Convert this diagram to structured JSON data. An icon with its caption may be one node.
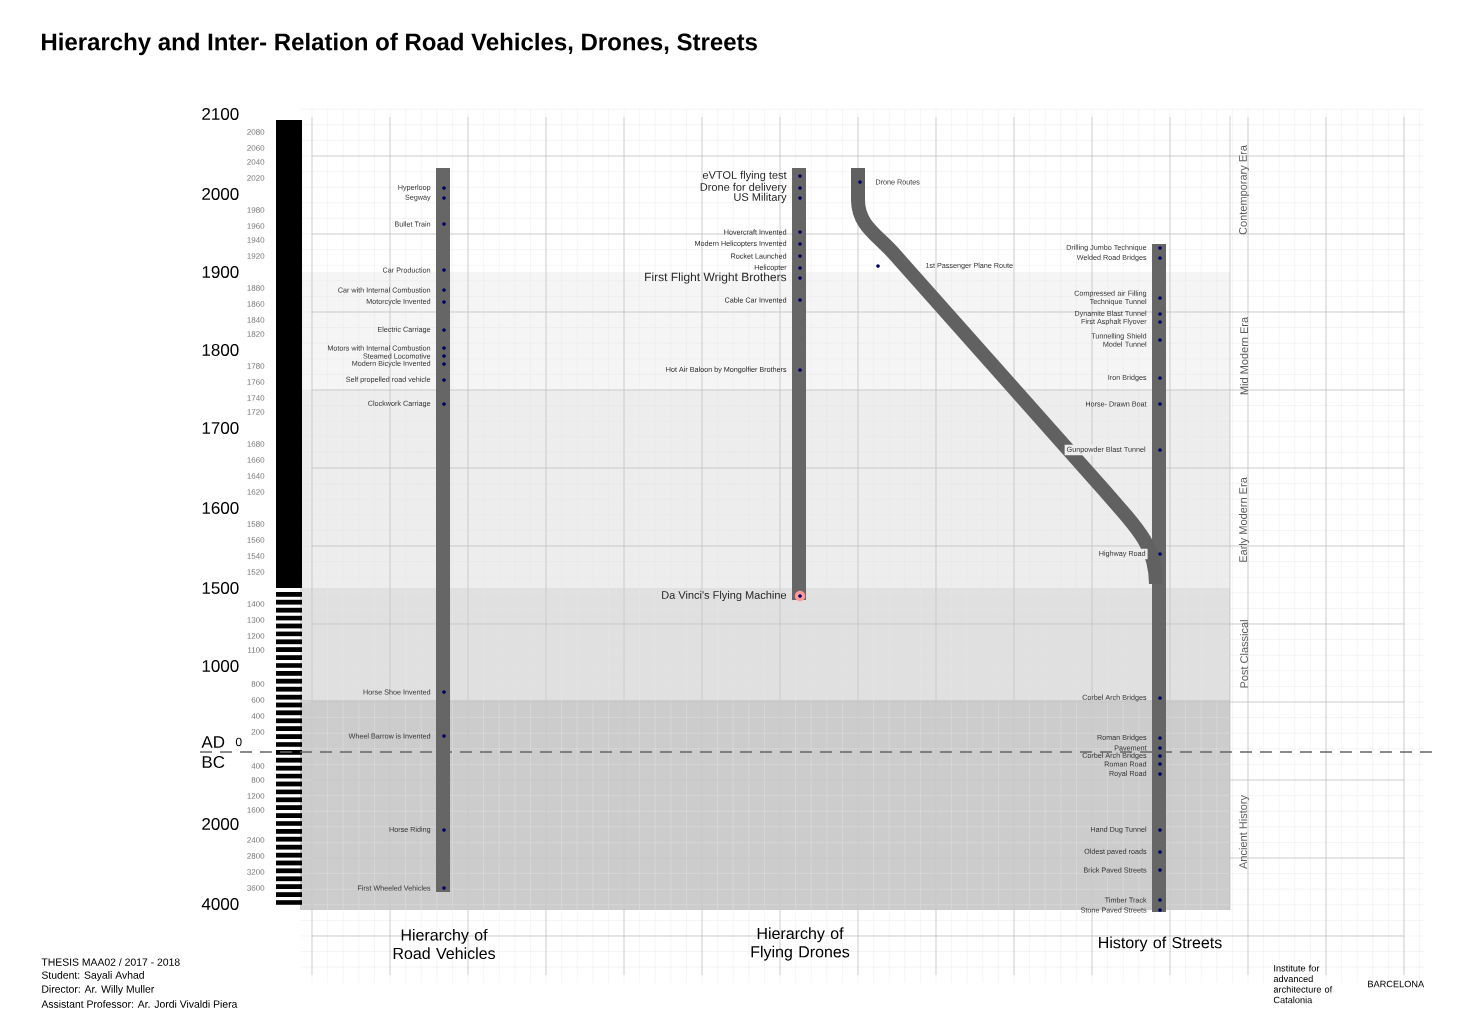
{
  "diagram": {
    "title": "Hierarchy and Inter- Relation of Road Vehicles, Drones, Streets",
    "labels": [
      "2100",
      "2080",
      "2060",
      "2040",
      "2020",
      "2000",
      "1980",
      "1960",
      "1940",
      "1920",
      "1900",
      "1880",
      "1860",
      "1840",
      "1820",
      "1800",
      "1780",
      "1760",
      "1740",
      "1720",
      "1700",
      "1680",
      "1660",
      "1640",
      "1620",
      "1600",
      "1580",
      "1560",
      "1540",
      "1520",
      "1500",
      "1400",
      "1300",
      "1200",
      "1100",
      "1000",
      "800",
      "600",
      "400",
      "200",
      "AD",
      "0",
      "BC",
      "400",
      "800",
      "1200",
      "1600",
      "2000",
      "2400",
      "2800",
      "3200",
      "3600",
      "4000",
      "Hyperloop",
      "Segway",
      "Bullet Train",
      "Car Production",
      "Car with Internal Combustion",
      "Motorcycle Invented",
      "Electric Carriage",
      "Motors with Internal Combustion",
      "Steamed Locomotive",
      "Modern Bicycle Invented",
      "Self propelled road vehicle",
      "Clockwork Carriage",
      "Horse Shoe Invented",
      "Wheel Barrow is Invented",
      "Horse Riding",
      "First Wheeled Vehicles",
      "eVTOL flying test",
      "Drone for delivery",
      "US Military",
      "Hovercraft Invented",
      "Modern Helicopters Invented",
      "Rocket Launched",
      "Helicopter",
      "First Flight Wright Brothers",
      "Cable Car Invented",
      "Hot Air Baloon by Mongolfier Brothers",
      "Da Vinci's Flying Machine",
      "Drone Routes",
      "1st Passenger Plane Route",
      "Drilling Jumbo Technique",
      "Welded Road Bridges",
      "Compressed air Filling Technique Tunnel",
      "Dynamite Blast Tunnel",
      "First Asphalt Flyover",
      "Tunnelling Shield Model Tunnel",
      "Iron Bridges",
      "Horse- Drawn Boat",
      "Gunpowder Blast Tunnel",
      "Highway Road",
      "Corbel Arch Bridges",
      "Roman Bridges",
      "Pavement",
      "Corbel Arch Bridges",
      "Roman Road",
      "Royal Road",
      "Hand Dug Tunnel",
      "Oldest paved roads",
      "Brick Paved Streets",
      "Timber Track",
      "Stone Paved Streets",
      "Contemporary Era",
      "Mid Modern Era",
      "Early Modern Era",
      "Post Classical",
      "Ancient History",
      "Hierarchy of Road Vehicles",
      "Hierarchy of Flying Drones",
      "History of Streets",
      "THESIS MAA02 / 2017 - 2018",
      "Student: Sayali Avhad",
      "Director: Ar. Willy Muller",
      "Assistant Professor: Ar. Jordi Vivaldi Piera",
      "Institute for advanced architecture of Catalonia",
      "BARCELONA"
    ]
  }
}
